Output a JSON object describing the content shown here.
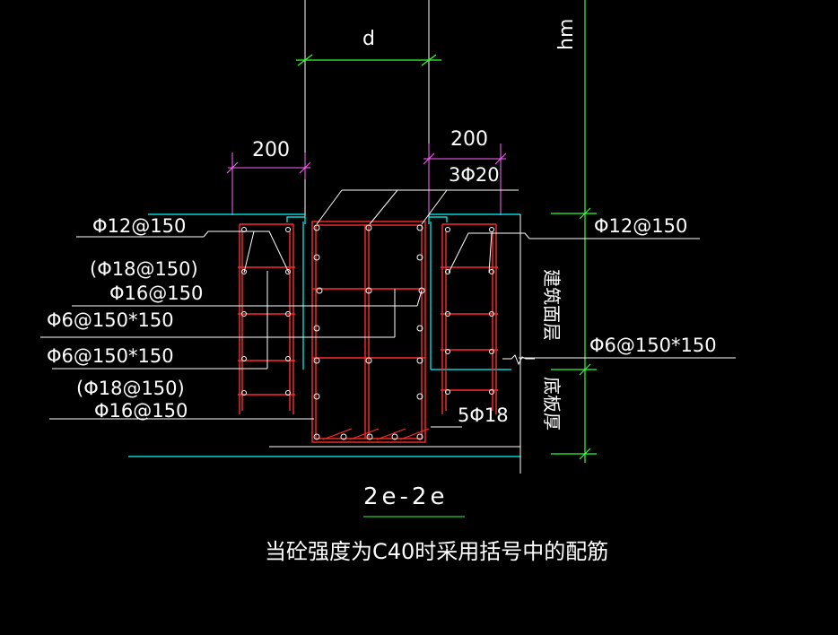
{
  "dimensions": {
    "d": "d",
    "hm": "hm",
    "left_200": "200",
    "right_200": "200"
  },
  "labels": {
    "top_bar": "3Φ20",
    "left_top": "Φ12@150",
    "left_alt1": "(Φ18@150)",
    "left_main1": "Φ16@150",
    "left_stir1": "Φ6@150*150",
    "left_stir2": "Φ6@150*150",
    "left_alt2": "(Φ18@150)",
    "left_main2": "Φ16@150",
    "right_top": "Φ12@150",
    "right_stir": "Φ6@150*150",
    "bottom_bar": "5Φ18",
    "layer_upper": "建筑面层",
    "layer_lower": "底板厚"
  },
  "section_title": "2e-2e",
  "note": "当砼强度为C40时采用括号中的配筋",
  "colors": {
    "background": "#000000",
    "rebar": "#ff2a2a",
    "dimension": "#33ff33",
    "surface": "#00ffff",
    "extension": "#ff66ff",
    "text": "#ffffff"
  }
}
